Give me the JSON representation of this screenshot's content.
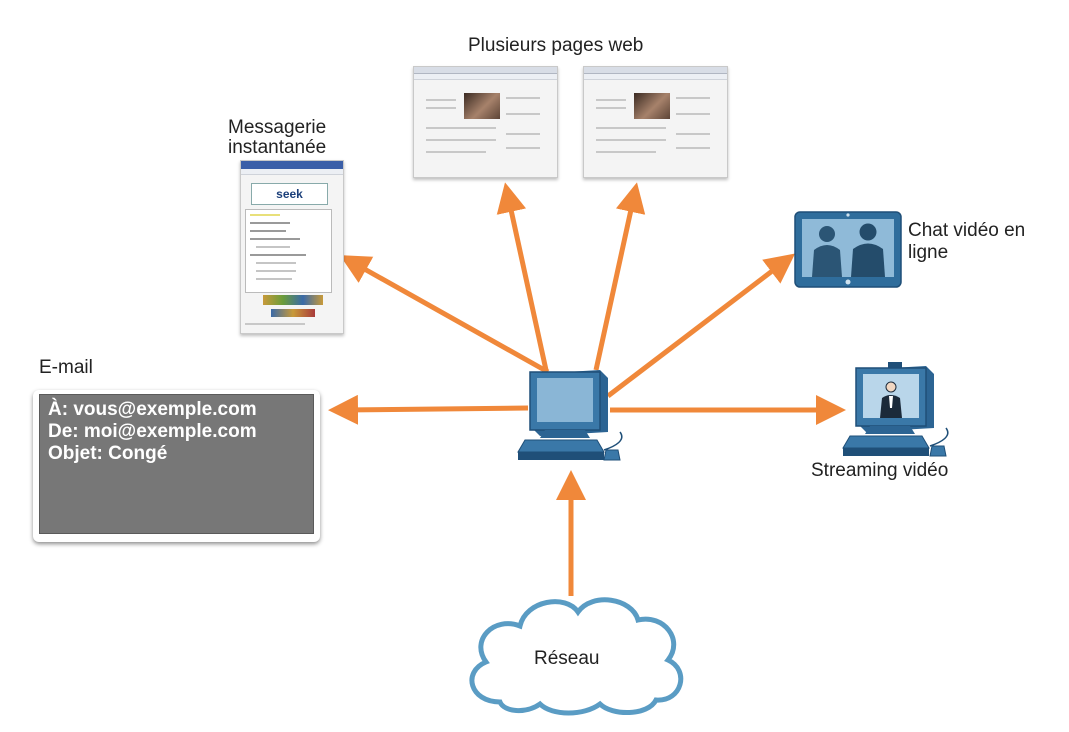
{
  "labels": {
    "web_pages": "Plusieurs pages web",
    "instant_messaging": [
      "Messagerie",
      "instantanée"
    ],
    "video_chat": [
      "Chat vidéo en",
      "ligne"
    ],
    "email": "E-mail",
    "streaming": "Streaming vidéo",
    "network": "Réseau"
  },
  "email": {
    "to": "À: vous@exemple.com",
    "from": "De: moi@exemple.com",
    "subject": "Objet: Congé"
  },
  "im_window": {
    "logo_text": "seek"
  },
  "colors": {
    "arrow": "#f0883a",
    "device_blue": "#3a78a8",
    "device_dark": "#1f4f78",
    "cloud_outline": "#5a9cc4",
    "email_bg": "#777777"
  },
  "icons": [
    "computer-icon",
    "cloud-icon",
    "video-monitor-icon",
    "streaming-computer-icon",
    "web-page-screenshot",
    "im-window-screenshot"
  ]
}
